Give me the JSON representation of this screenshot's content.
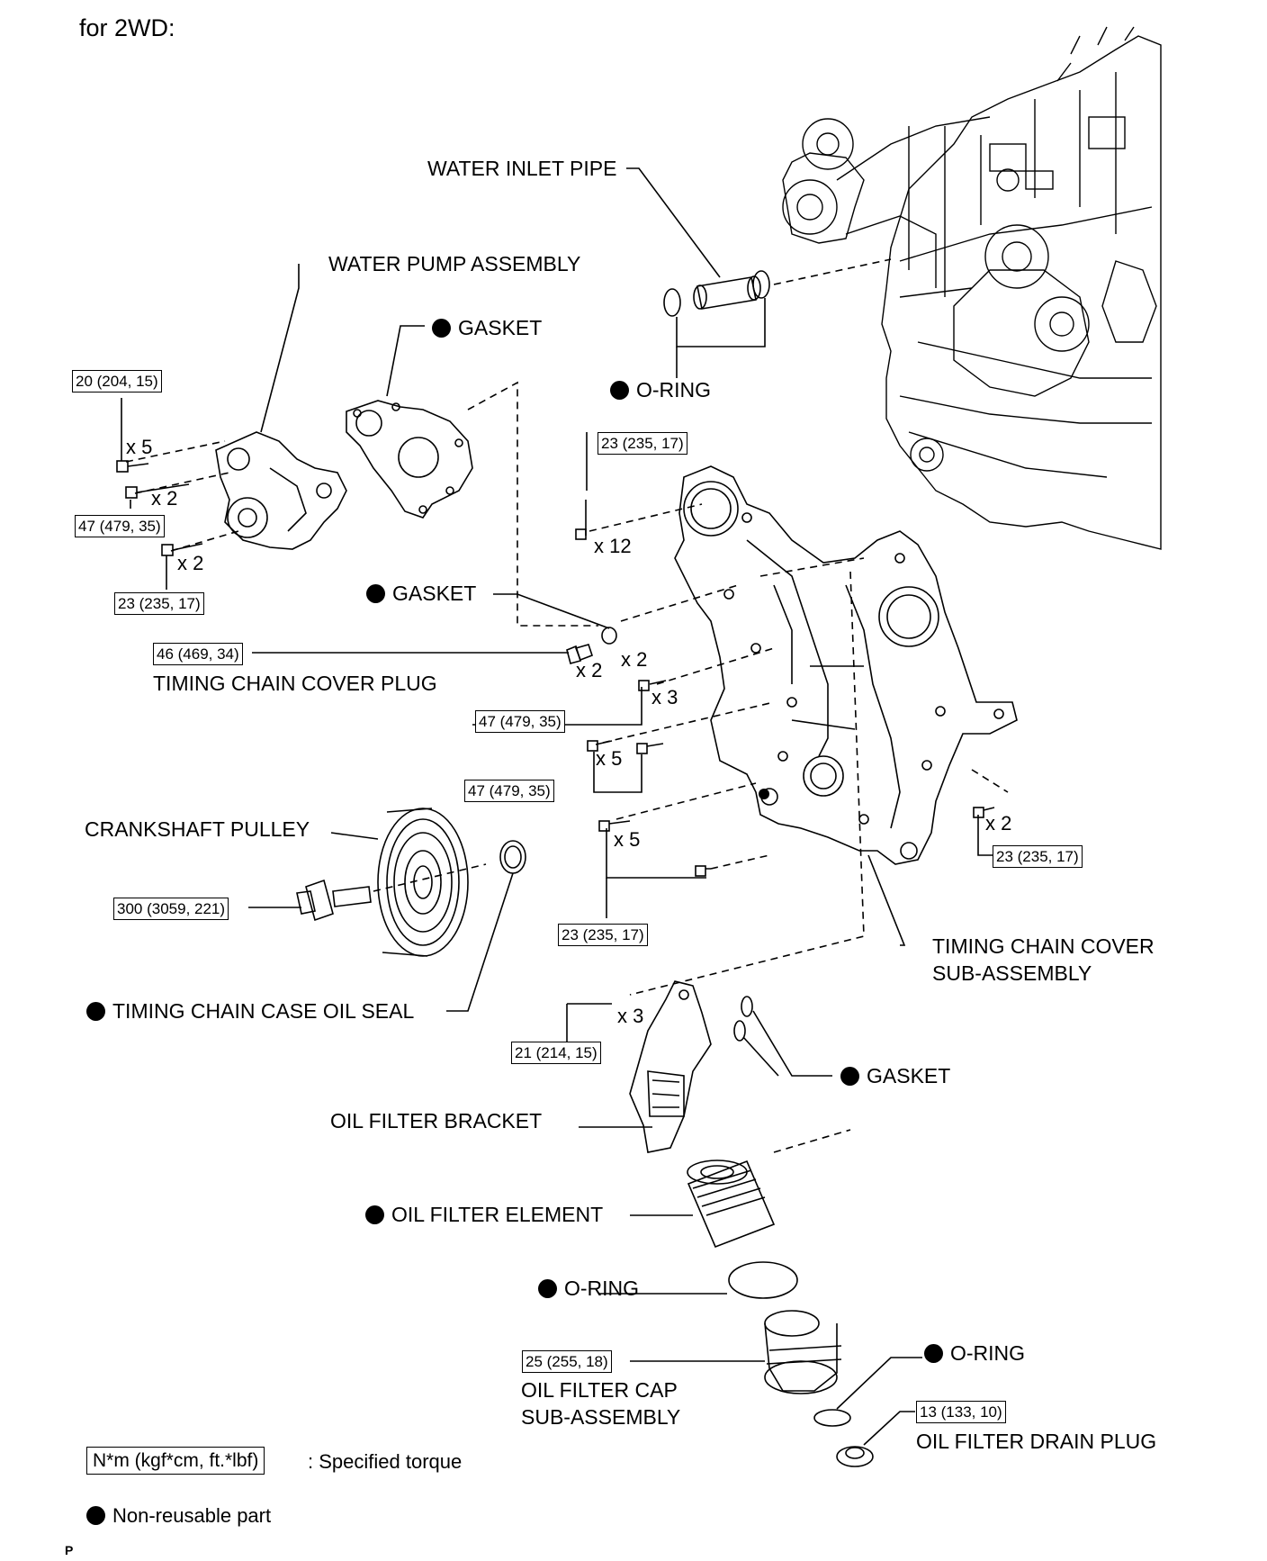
{
  "title": "for 2WD:",
  "labels": {
    "water_inlet_pipe": "WATER INLET PIPE",
    "water_pump_assembly": "WATER PUMP ASSEMBLY",
    "gasket_1": "GASKET",
    "o_ring_1": "O-RING",
    "gasket_2": "GASKET",
    "timing_chain_cover_plug": "TIMING CHAIN COVER PLUG",
    "crankshaft_pulley": "CRANKSHAFT PULLEY",
    "timing_chain_cover_line1": "TIMING CHAIN COVER",
    "timing_chain_cover_line2": "SUB-ASSEMBLY",
    "timing_chain_case_oil_seal": "TIMING CHAIN CASE OIL SEAL",
    "gasket_3": "GASKET",
    "oil_filter_bracket": "OIL FILTER BRACKET",
    "oil_filter_element": "OIL FILTER ELEMENT",
    "o_ring_2": "O-RING",
    "o_ring_3": "O-RING",
    "oil_filter_cap_line1": "OIL FILTER CAP",
    "oil_filter_cap_line2": "SUB-ASSEMBLY",
    "oil_filter_drain_plug": "OIL FILTER DRAIN PLUG"
  },
  "torques": {
    "t1": "20 (204, 15)",
    "t2": "47 (479, 35)",
    "t3": "23 (235, 17)",
    "t4": "23 (235, 17)",
    "t5": "46 (469, 34)",
    "t6": "47 (479, 35)",
    "t7": "47 (479, 35)",
    "t8": "300 (3059, 221)",
    "t9": "23 (235, 17)",
    "t10": "23 (235, 17)",
    "t11": "21 (214, 15)",
    "t12": "25 (255, 18)",
    "t13": "13 (133, 10)"
  },
  "quantities": {
    "q1": "x 5",
    "q2": "x 2",
    "q3": "x 2",
    "q4": "x 12",
    "q5": "x 2",
    "q6": "x 2",
    "q7": "x 3",
    "q8": "x 5",
    "q9": "x 5",
    "q10": "x 2",
    "q11": "x 3"
  },
  "legend": {
    "torque_box": "N*m (kgf*cm, ft.*lbf)",
    "torque_text": ": Specified torque",
    "nonreusable_text": "Non-reusable part"
  },
  "ref": "P"
}
